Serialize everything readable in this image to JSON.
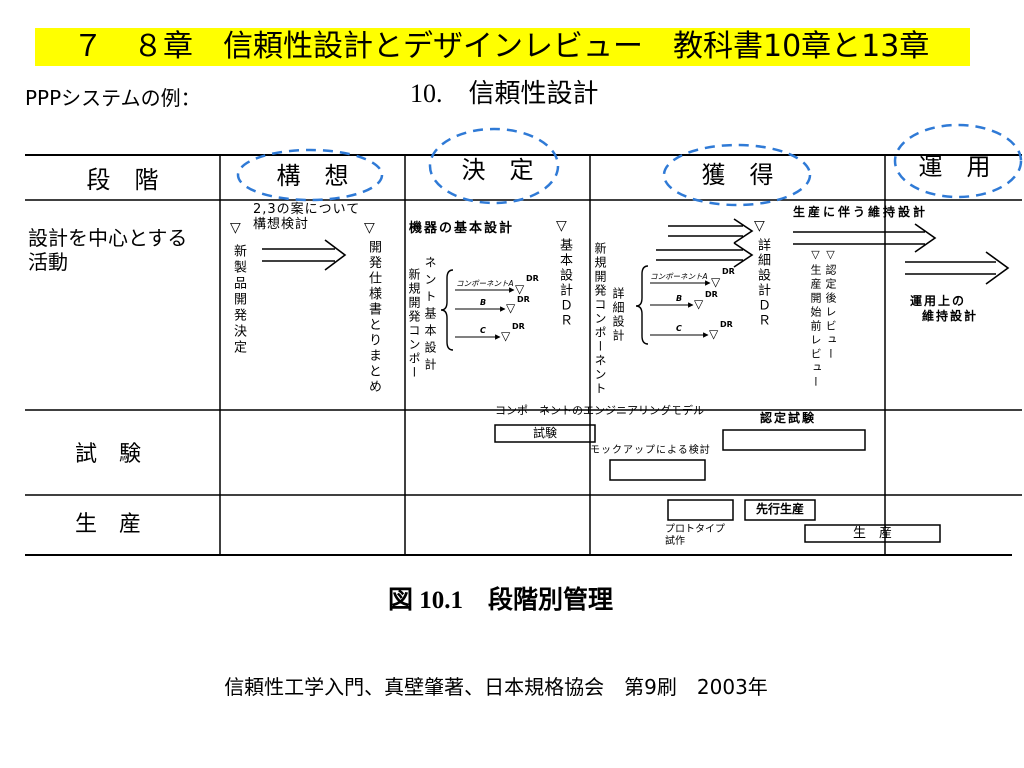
{
  "slide": {
    "title": "７　８章　信頼性設計とデザインレビュー　教科書10章と13章",
    "example_label": "PPPシステムの例：",
    "citation": "信頼性工学入門、真壁肇著、日本規格協会　第9刷　2003年",
    "colors": {
      "title_bar": "#ffff00",
      "highlight": "#2f7ad6",
      "text": "#000000"
    }
  },
  "figure": {
    "heading": "10.　信頼性設計",
    "caption": "図 10.1　段階別管理",
    "marker": "▽",
    "header": {
      "stage": "段　階",
      "concept": "構　想",
      "decision": "決　定",
      "acquisition": "獲　得",
      "operation": "運　用"
    },
    "rows": {
      "activity": [
        "設計を中心とする",
        "活動"
      ],
      "test": "試　験",
      "production": "生　産"
    },
    "activity": {
      "concept": {
        "study_line1": "2,3の案について",
        "study_line2": "構想検討",
        "milestone_start": "新製品開発決定",
        "milestone_end": "開発仕様書とりまとめ"
      },
      "decision": {
        "basic_design": "機器の基本設計",
        "review": "基本設計ＤＲ",
        "component_line1": "新規開発コンポー",
        "component_line2": "ネント基本設計",
        "components": [
          {
            "label": "コンポーネントA",
            "review": "DR"
          },
          {
            "label": "B",
            "review": "DR"
          },
          {
            "label": "C",
            "review": "DR"
          }
        ]
      },
      "acquisition": {
        "component_line1": "新規開発コンポーネント",
        "component_line2": "詳細設計",
        "review": "詳細設計ＤＲ",
        "components": [
          {
            "label": "コンポーネントA",
            "review": "DR"
          },
          {
            "label": "B",
            "review": "DR"
          },
          {
            "label": "C",
            "review": "DR"
          }
        ],
        "pre_production_review": "▽生産開始前レビュー",
        "post_qualification_review": "▽認定後レビュー",
        "maintenance_design": "生産に伴う維持設計"
      },
      "operation": {
        "line1": "運用上の",
        "line2": "維持設計"
      }
    },
    "test": {
      "engineering_model": "コンポーネントのエンジニアリングモデル",
      "engineering_model_box": "試験",
      "mockup": "モックアップによる検討",
      "qualification": "認定試験"
    },
    "production": {
      "prototype_line1": "プロトタイプ",
      "prototype_line2": "試作",
      "pilot": "先行生産",
      "mass": "生　産"
    }
  }
}
